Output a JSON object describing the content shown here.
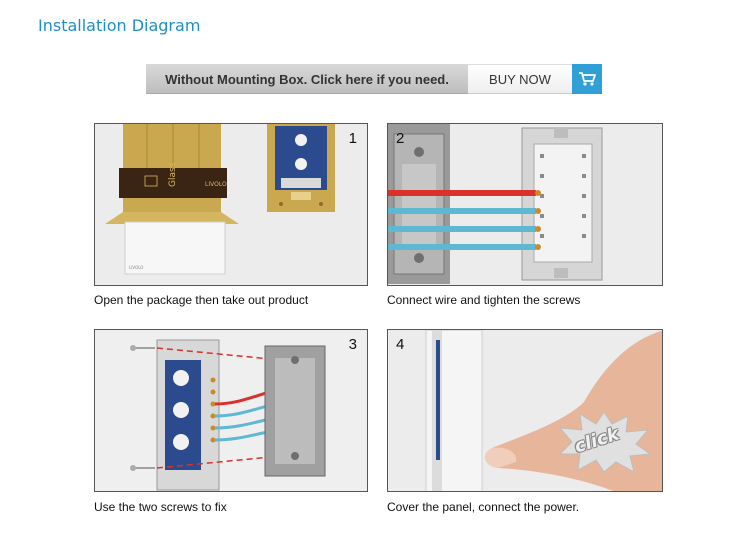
{
  "header": {
    "title": "Installation Diagram"
  },
  "banner": {
    "message": "Without Mounting Box. Click here if you need.",
    "buy_label": "BUY NOW",
    "icon": "cart-icon",
    "accent_color": "#2f9fd6"
  },
  "steps": [
    {
      "number": "1",
      "caption": "Open the package then take out product"
    },
    {
      "number": "2",
      "caption": "Connect wire and tighten the screws"
    },
    {
      "number": "3",
      "caption": "Use the two screws to fix"
    },
    {
      "number": "4",
      "caption": "Cover the panel, connect the power."
    }
  ],
  "step4": {
    "badge_text": "click"
  }
}
